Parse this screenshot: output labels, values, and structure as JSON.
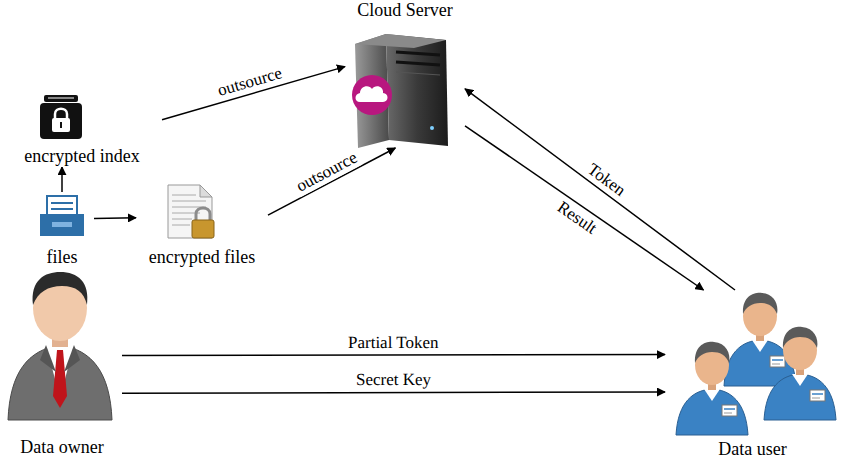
{
  "diagram": {
    "nodes": [
      {
        "text": [
          "Cloud Server"
        ]
      },
      {
        "text": [
          "encrypted index"
        ]
      },
      {
        "text": [
          "files"
        ]
      },
      {
        "text": [
          "encrypted files"
        ]
      },
      {
        "text": [
          "Data owner"
        ]
      },
      {
        "text": [
          "Data user"
        ]
      }
    ],
    "edges": [
      {
        "from": 1,
        "to": 0,
        "label": "outsource",
        "arrow": "to"
      },
      {
        "from": 2,
        "to": 1,
        "arrow": "to"
      },
      {
        "from": 2,
        "to": 3,
        "arrow": "to"
      },
      {
        "from": 3,
        "to": 0,
        "label": "outsource",
        "arrow": "to"
      },
      {
        "from": 5,
        "to": 0,
        "label": "Token",
        "arrow": "to"
      },
      {
        "from": 0,
        "to": 5,
        "label": "Result",
        "arrow": "to"
      },
      {
        "from": 4,
        "to": 5,
        "label": "Partial Token",
        "arrow": "to"
      },
      {
        "from": 4,
        "to": 5,
        "label": "Secret Key",
        "arrow": "to"
      }
    ]
  }
}
